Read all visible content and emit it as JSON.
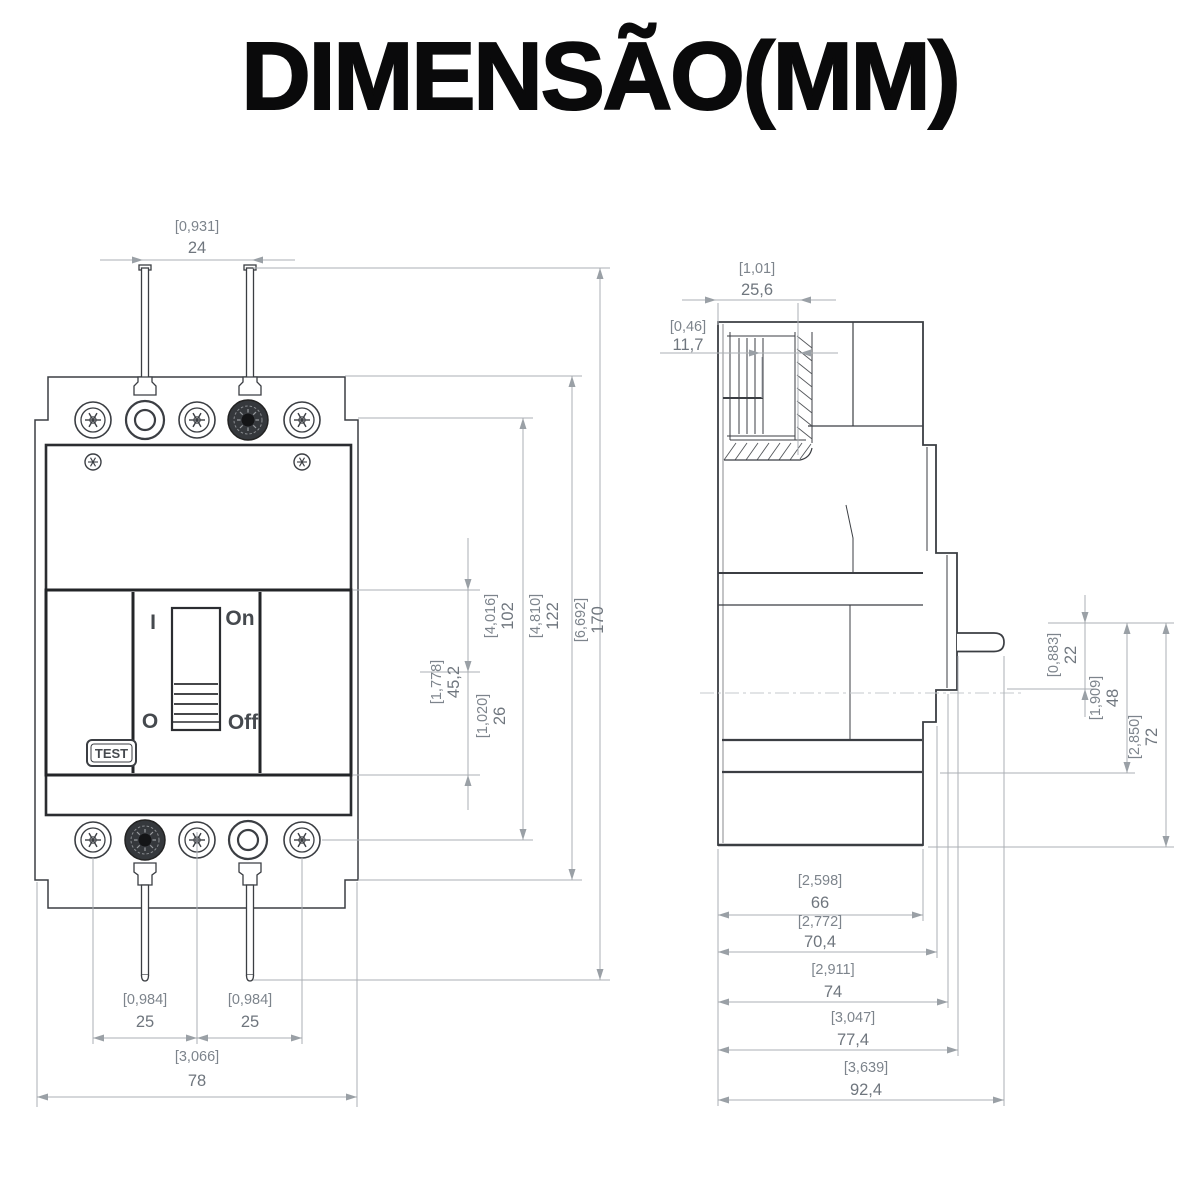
{
  "title": "DIMENSÃO(MM)",
  "breaker": {
    "i": "I",
    "o": "O",
    "on": "On",
    "off": "Off",
    "test": "TEST"
  },
  "dims": {
    "front_pins_top": {
      "in": "[0,931]",
      "mm": "24"
    },
    "front_pole_left": {
      "in": "[0,984]",
      "mm": "25"
    },
    "front_pole_right": {
      "in": "[0,984]",
      "mm": "25"
    },
    "front_width": {
      "in": "[3,066]",
      "mm": "78"
    },
    "front_center_height": {
      "in": "[1,778]",
      "mm": "45,2"
    },
    "front_toggle_height": {
      "in": "[1,020]",
      "mm": "26"
    },
    "front_body_height": {
      "in": "[4,016]",
      "mm": "102"
    },
    "front_case_height": {
      "in": "[4,810]",
      "mm": "122"
    },
    "front_overall_height": {
      "in": "[6,692]",
      "mm": "170"
    },
    "side_depth_top": {
      "in": "[1,01]",
      "mm": "25,6"
    },
    "side_terminal_depth": {
      "in": "[0,46]",
      "mm": "11,7"
    },
    "side_lever_offset": {
      "in": "[0,883]",
      "mm": "22"
    },
    "side_height_48": {
      "in": "[1,909]",
      "mm": "48"
    },
    "side_height_72": {
      "in": "[2,850]",
      "mm": "72"
    },
    "side_depth_66": {
      "in": "[2,598]",
      "mm": "66"
    },
    "side_depth_70_4": {
      "in": "[2,772]",
      "mm": "70,4"
    },
    "side_depth_74": {
      "in": "[2,911]",
      "mm": "74"
    },
    "side_depth_77_4": {
      "in": "[3,047]",
      "mm": "77,4"
    },
    "side_depth_92_4": {
      "in": "[3,639]",
      "mm": "92,4"
    }
  }
}
